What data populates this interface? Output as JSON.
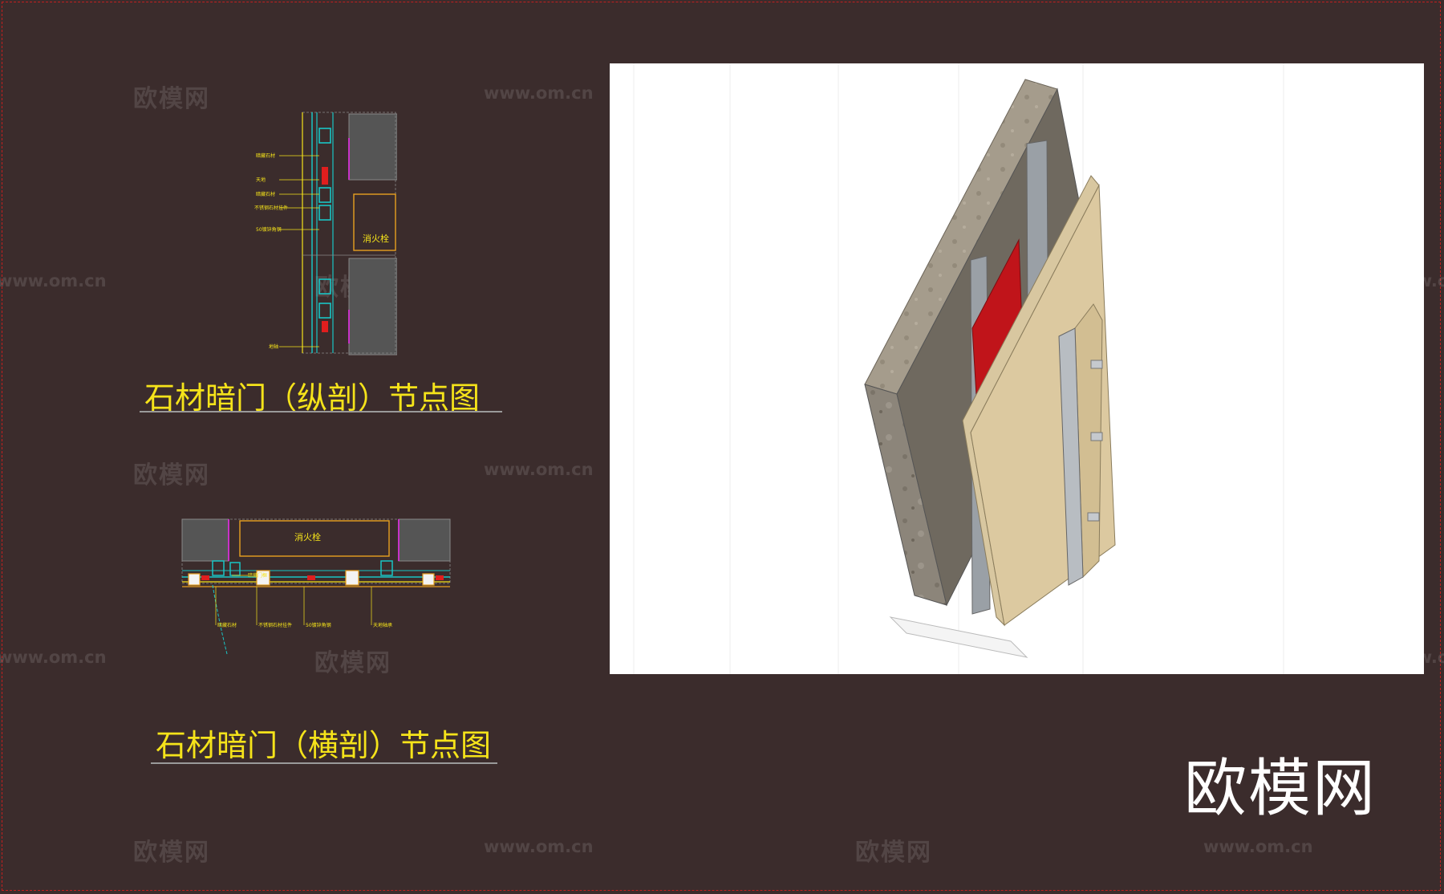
{
  "watermarks": {
    "logo": "欧模网",
    "url": "www.om.cn"
  },
  "drawings": {
    "vertical": {
      "title": "石材暗门（纵剖）节点图",
      "room_label": "消火栓",
      "callouts": [
        "暗藏石材",
        "天地",
        "暗藏石材",
        "不锈钢石材挂件",
        "50镀锌角钢",
        "地轴"
      ]
    },
    "horizontal": {
      "title": "石材暗门（横剖）节点图",
      "room_label": "消火栓",
      "callouts": [
        "暗藏门框",
        "暗藏石材",
        "不锈钢石材挂件",
        "50镀锌角钢",
        "天地轴承"
      ]
    }
  },
  "brand": {
    "logo_text": "欧模网"
  },
  "colors": {
    "background": "#3b2c2c",
    "cad_yellow": "#f5e31a",
    "cad_cyan": "#19c5c5",
    "cad_magenta": "#c832c8",
    "cad_red": "#e01e1e",
    "cad_orange": "#e8a020",
    "border_red": "#c21f1f"
  }
}
